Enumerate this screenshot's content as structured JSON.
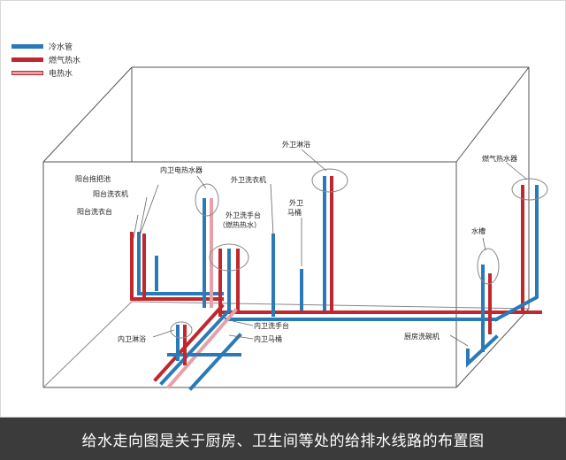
{
  "colors": {
    "cold": "#2a7ab8",
    "gas_hot": "#c0282d",
    "electric_hot": "#e8a0a8",
    "line": "#555555",
    "caption_bg": "#3b3b3b"
  },
  "legend": [
    {
      "label": "冷水管",
      "color": "#2a7ab8"
    },
    {
      "label": "燃气热水",
      "color": "#c0282d"
    },
    {
      "label": "电热水",
      "color": "#e8a0a8"
    }
  ],
  "labels": {
    "balcony_mop": "阳台拖把池",
    "balcony_washer": "阳台洗衣机",
    "balcony_basin": "阳台洗衣台",
    "inner_heater": "内卫电热水器",
    "outer_washer": "外卫洗衣机",
    "outer_shower": "外卫淋浴",
    "outer_basin_1": "外卫洗手台",
    "outer_basin_2": "（燃热热水）",
    "outer_toilet_1": "外卫",
    "outer_toilet_2": "马桶",
    "gas_heater": "燃气热水器",
    "faucet": "水槽",
    "inner_shower": "内卫淋浴",
    "inner_basin": "内卫洗手台",
    "inner_toilet": "内卫马桶",
    "kitchen_dishwasher": "厨房洗碗机"
  },
  "caption": "给水走向图是关于厨房、卫生间等处的给排水线路的布置图"
}
